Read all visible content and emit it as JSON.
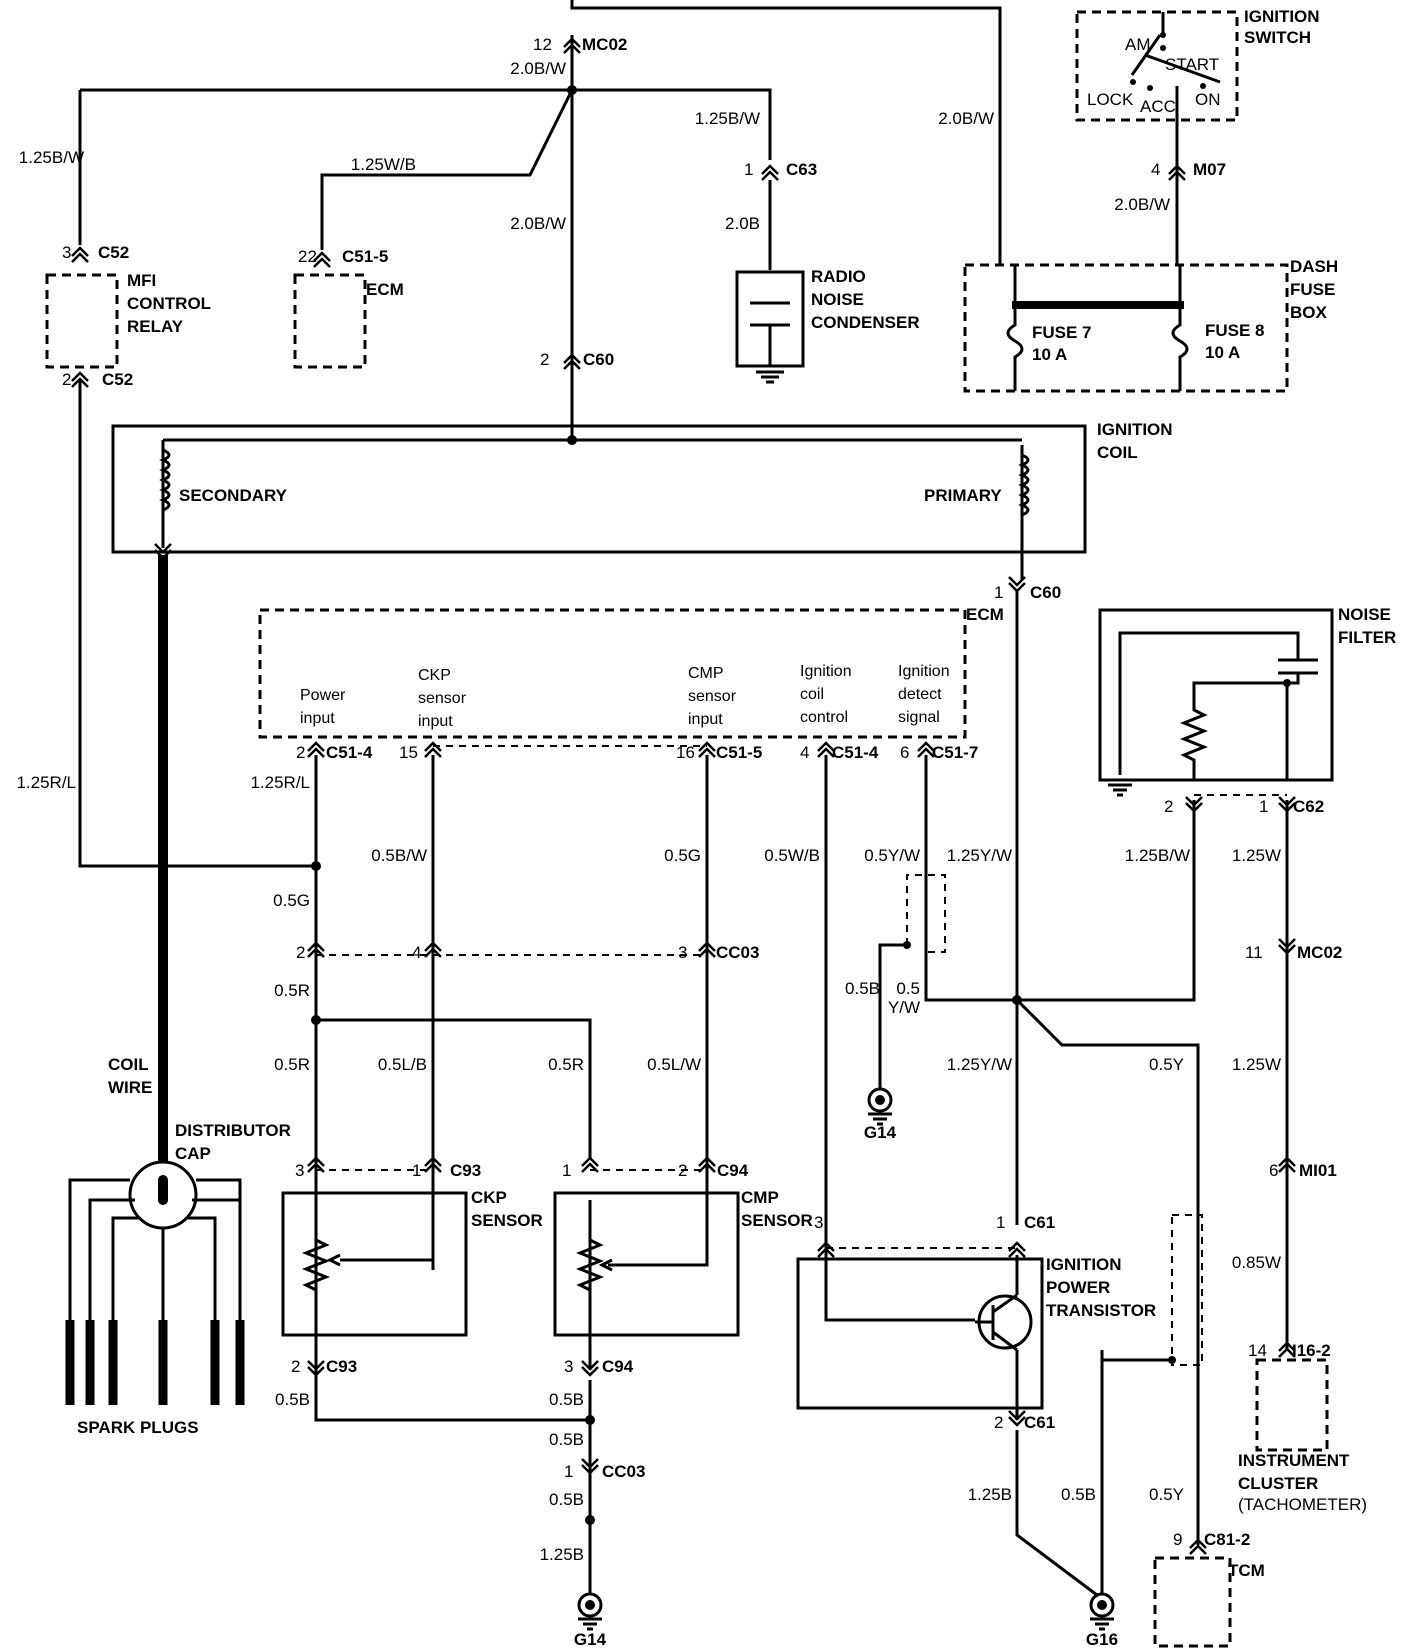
{
  "components": {
    "ignition_switch": {
      "title": "IGNITION\nSWITCH",
      "positions": [
        "AM",
        "START",
        "LOCK",
        "ACC",
        "ON"
      ]
    },
    "mfi_relay": {
      "title": "MFI\nCONTROL\nRELAY"
    },
    "ecm_top": {
      "title": "ECM"
    },
    "radio_condenser": {
      "title": "RADIO\nNOISE\nCONDENSER"
    },
    "dash_fuse_box": {
      "title": "DASH\nFUSE\nBOX",
      "fuse7": "FUSE 7\n10 A",
      "fuse8": "FUSE 8\n10 A"
    },
    "ignition_coil": {
      "title": "IGNITION\nCOIL",
      "secondary": "SECONDARY",
      "primary": "PRIMARY"
    },
    "ecm_main": {
      "title": "ECM",
      "signals": [
        "Power\ninput",
        "CKP\nsensor\ninput",
        "CMP\nsensor\ninput",
        "Ignition\ncoil\ncontrol",
        "Ignition\ndetect\nsignal"
      ]
    },
    "noise_filter": {
      "title": "NOISE\nFILTER"
    },
    "coil_wire": {
      "title": "COIL\nWIRE"
    },
    "distributor_cap": {
      "title": "DISTRIBUTOR\nCAP"
    },
    "spark_plugs": {
      "title": "SPARK PLUGS"
    },
    "ckp_sensor": {
      "title": "CKP\nSENSOR"
    },
    "cmp_sensor": {
      "title": "CMP\nSENSOR"
    },
    "ignition_power_transistor": {
      "title": "IGNITION\nPOWER\nTRANSISTOR"
    },
    "instrument_cluster": {
      "title": "INSTRUMENT\nCLUSTER",
      "subtitle": "(TACHOMETER)"
    },
    "tcm": {
      "title": "TCM"
    }
  },
  "connectors": [
    {
      "pin": "12",
      "name": "MC02"
    },
    {
      "pin": "1",
      "name": "C63"
    },
    {
      "pin": "4",
      "name": "M07"
    },
    {
      "pin": "3",
      "name": "C52"
    },
    {
      "pin": "22",
      "name": "C51-5"
    },
    {
      "pin": "2",
      "name": "C52"
    },
    {
      "pin": "2",
      "name": "C60"
    },
    {
      "pin": "1",
      "name": "C60"
    },
    {
      "pin": "2",
      "name": "C51-4"
    },
    {
      "pin": "15",
      "name": ""
    },
    {
      "pin": "16",
      "name": "C51-5"
    },
    {
      "pin": "4",
      "name": "C51-4"
    },
    {
      "pin": "6",
      "name": "C51-7"
    },
    {
      "pin": "2",
      "name": ""
    },
    {
      "pin": "1",
      "name": "C62"
    },
    {
      "pin": "2",
      "name": ""
    },
    {
      "pin": "4",
      "name": ""
    },
    {
      "pin": "3",
      "name": "CC03"
    },
    {
      "pin": "11",
      "name": "MC02"
    },
    {
      "pin": "3",
      "name": ""
    },
    {
      "pin": "1",
      "name": "C93"
    },
    {
      "pin": "1",
      "name": ""
    },
    {
      "pin": "2",
      "name": "C94"
    },
    {
      "pin": "6",
      "name": "MI01"
    },
    {
      "pin": "3",
      "name": ""
    },
    {
      "pin": "1",
      "name": "C61"
    },
    {
      "pin": "2",
      "name": "C93"
    },
    {
      "pin": "3",
      "name": "C94"
    },
    {
      "pin": "14",
      "name": "I16-2"
    },
    {
      "pin": "2",
      "name": "C61"
    },
    {
      "pin": "1",
      "name": "CC03"
    },
    {
      "pin": "9",
      "name": "C81-2"
    }
  ],
  "wire_labels": [
    "2.0B/W",
    "1.25B/W",
    "1.25B/W",
    "1.25W/B",
    "2.0B/W",
    "2.0B",
    "2.0B/W",
    "2.0B/W",
    "1.25R/L",
    "1.25R/L",
    "0.5G",
    "0.5B/W",
    "0.5G",
    "0.5W/B",
    "0.5Y/W",
    "1.25Y/W",
    "1.25B/W",
    "1.25W",
    "0.5R",
    "0.5B",
    "0.5\nY/W",
    "0.5R",
    "0.5L/B",
    "0.5R",
    "0.5L/W",
    "1.25Y/W",
    "0.5Y",
    "1.25W",
    "0.85W",
    "0.5B",
    "0.5B",
    "0.5B",
    "0.5B",
    "1.25B",
    "1.25B",
    "0.5B",
    "0.5Y"
  ],
  "grounds": [
    "G14",
    "G14",
    "G16"
  ]
}
